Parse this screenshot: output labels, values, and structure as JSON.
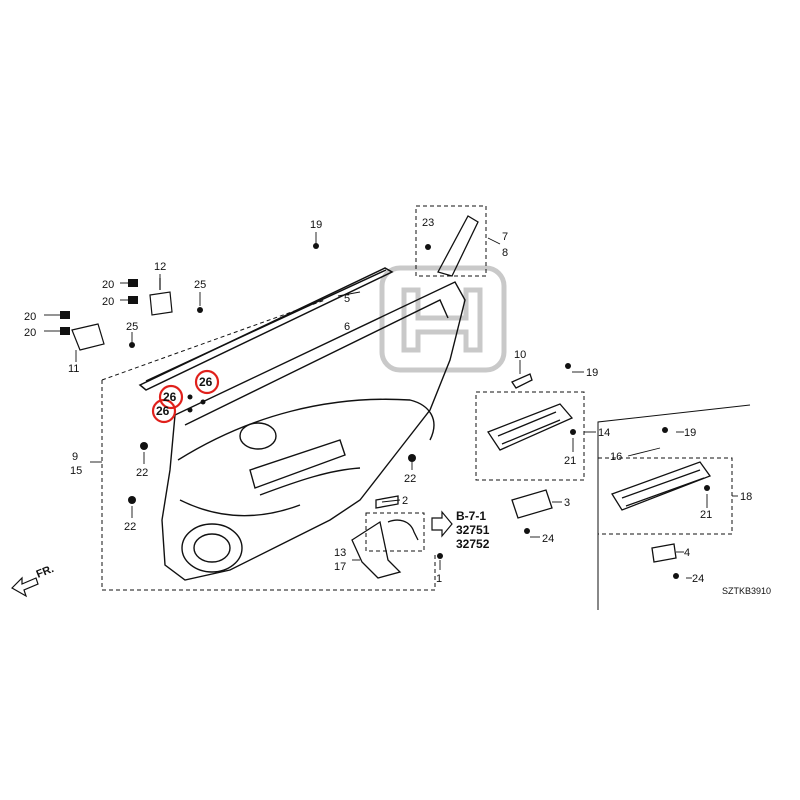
{
  "callouts": {
    "c1": "1",
    "c2": "2",
    "c3": "3",
    "c4": "4",
    "c5": "5",
    "c6": "6",
    "c7": "7",
    "c8": "8",
    "c9": "9",
    "c10": "10",
    "c11": "11",
    "c12": "12",
    "c13": "13",
    "c14": "14",
    "c15": "15",
    "c16": "16",
    "c17": "17",
    "c18": "18",
    "c19a": "19",
    "c19b": "19",
    "c19c": "19",
    "c20a": "20",
    "c20b": "20",
    "c20c": "20",
    "c20d": "20",
    "c21a": "21",
    "c21b": "21",
    "c22a": "22",
    "c22b": "22",
    "c22c": "22",
    "c23": "23",
    "c24a": "24",
    "c24b": "24",
    "c25a": "25",
    "c25b": "25",
    "c26a": "26",
    "c26b": "26",
    "c26c": "26"
  },
  "reference": {
    "section": "B-7-1",
    "part1": "32751",
    "part2": "32752"
  },
  "direction_label": "FR.",
  "diagram_code": "SZTKB3910",
  "highlight_color": "#e0201b",
  "line_color": "#111111",
  "watermark_color": "#c9c9c9"
}
